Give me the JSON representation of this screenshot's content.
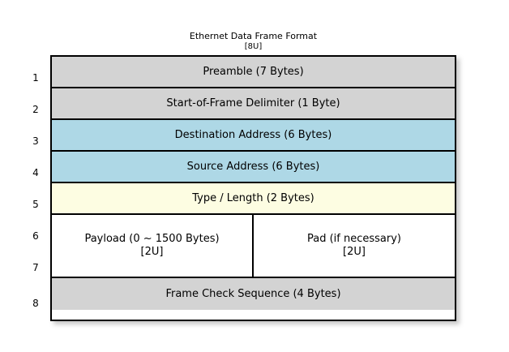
{
  "diagram": {
    "title": "Ethernet Data Frame Format",
    "title_note": "[8U]",
    "type": "frame-format-table",
    "colors": {
      "gray": "#d3d3d3",
      "blue": "#aed8e6",
      "cream": "#fdfde2",
      "white": "#ffffff",
      "border": "#000000",
      "background": "#ffffff"
    },
    "row_numbers": [
      "1",
      "2",
      "3",
      "4",
      "5",
      "6",
      "7",
      "8"
    ],
    "fields": [
      {
        "index": "1",
        "label": "Preamble (7 Bytes)",
        "fill": "gray",
        "split": false
      },
      {
        "index": "2",
        "label": "Start-of-Frame Delimiter (1 Byte)",
        "fill": "gray",
        "split": false
      },
      {
        "index": "3",
        "label": "Destination Address (6 Bytes)",
        "fill": "blue",
        "split": false
      },
      {
        "index": "4",
        "label": "Source Address (6 Bytes)",
        "fill": "blue",
        "split": false
      },
      {
        "index": "5",
        "label": "Type / Length (2 Bytes)",
        "fill": "cream",
        "split": false
      },
      {
        "index": "6,7",
        "fill": "white",
        "split": true,
        "left": {
          "label": "Payload (0 ~ 1500 Bytes)",
          "note": "[2U]"
        },
        "right": {
          "label": "Pad (if necessary)",
          "note": "[2U]"
        }
      },
      {
        "index": "8",
        "label": "Frame Check Sequence (4 Bytes)",
        "fill": "gray",
        "split": false
      }
    ]
  }
}
